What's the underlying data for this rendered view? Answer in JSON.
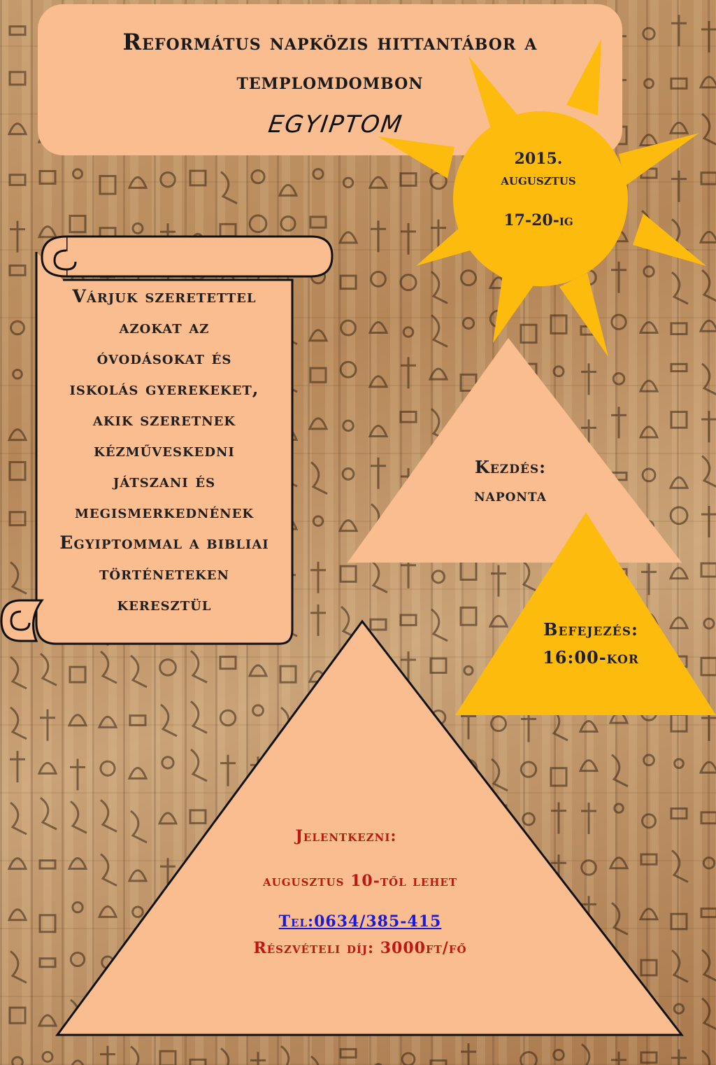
{
  "header": {
    "title_line1": "Református napközis hittantábor a",
    "title_line2": "templomdombon",
    "subtitle": "EGYIPTOM"
  },
  "sun": {
    "year": "2015.",
    "month": "augusztus",
    "days": "17-20-ig"
  },
  "scroll": {
    "lines": [
      "Várjuk szeretettel",
      "azokat az",
      "óvodásokat és",
      "iskolás gyerekeket,",
      "akik szeretnek",
      "kézműveskedni",
      "játszani és",
      "megismerkednének",
      "Egyiptommal a bibliai",
      "történeteken",
      "keresztül"
    ]
  },
  "start": {
    "label": "Kezdés:",
    "value": "naponta"
  },
  "end": {
    "label": "Befejezés:",
    "value": "16:00-kor"
  },
  "pyramid": {
    "apply_label": "Jelentkezni:",
    "apply_date": "augusztus 10-től lehet",
    "phone": "Tel:0634/385-415",
    "fee": "Részvételi díj: 3000ft/fő"
  },
  "colors": {
    "peach": "#f9bd8f",
    "sun_yellow": "#fdbc0d",
    "text_red": "#c0160f",
    "link_blue": "#1a1adb"
  }
}
